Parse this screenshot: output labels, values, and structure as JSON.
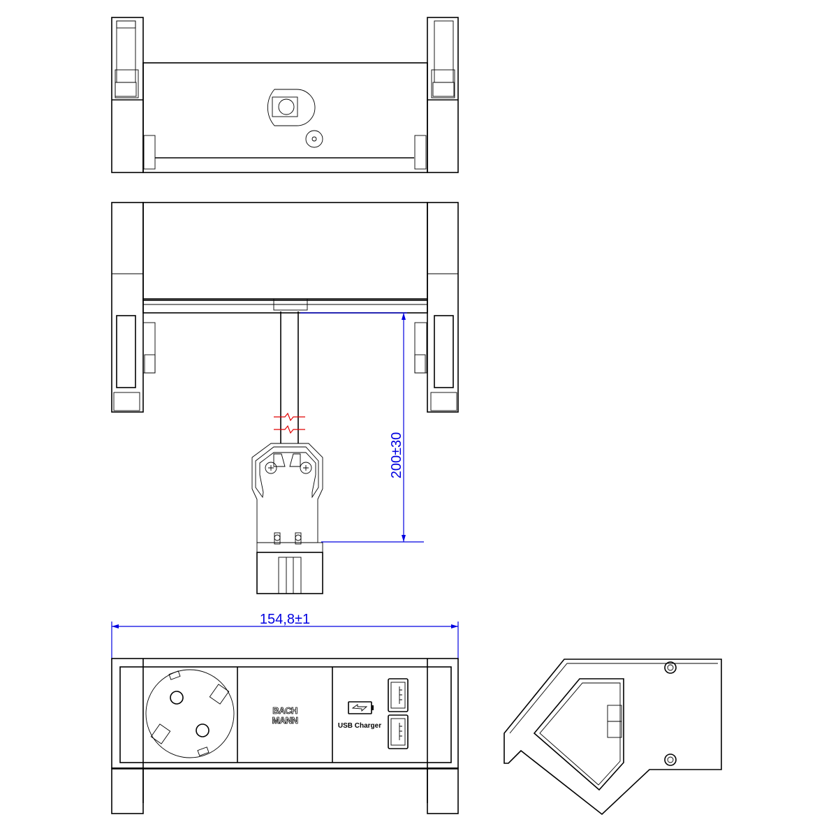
{
  "drawing": {
    "dimensions": {
      "cable_length": "200±30",
      "width": "154,8±1"
    },
    "front_panel": {
      "brand_line1": "BACH",
      "brand_line2": "MANN",
      "usb_label": "USB Charger"
    },
    "colors": {
      "outline": "#000000",
      "dimension": "#0000e0",
      "break_mark": "#e00000"
    }
  }
}
